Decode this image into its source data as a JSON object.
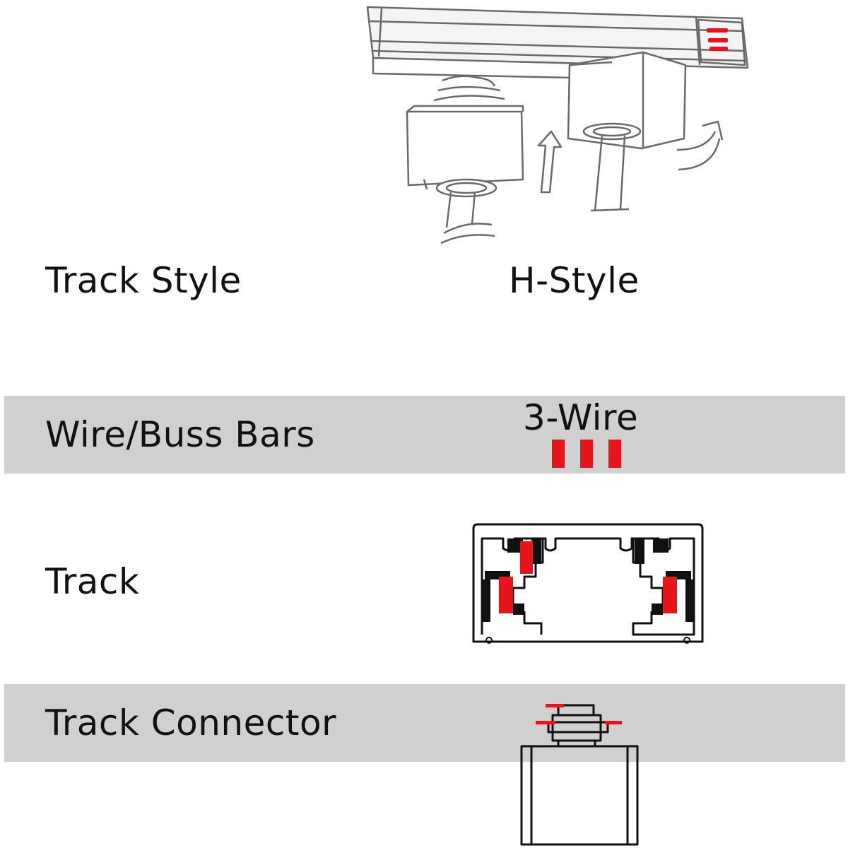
{
  "rows": [
    {
      "label": "Track Style",
      "value": "H-Style"
    },
    {
      "label": "Wire/Buss Bars",
      "value": "3-Wire"
    },
    {
      "label": "Track",
      "value": ""
    },
    {
      "label": "Track Connector",
      "value": ""
    }
  ],
  "bus_bar_count": 3,
  "colors": {
    "band": "#d0d0d0",
    "bus_bar": "#e8141c",
    "line": "#111111",
    "sketch": "#6a6a6a"
  }
}
